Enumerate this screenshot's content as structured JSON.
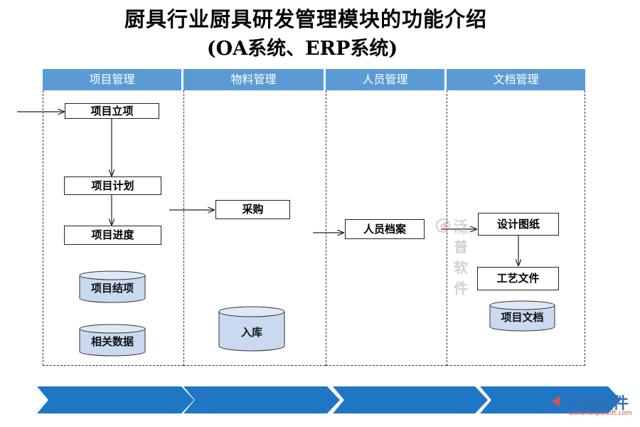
{
  "title": "厨具行业厨具研发管理模块的功能介绍",
  "subtitle": "(OA系统、ERP系统)",
  "lanes": [
    "项目管理",
    "物料管理",
    "人员管理",
    "文档管理"
  ],
  "nodes": {
    "project_setup": "项目立项",
    "project_plan": "项目计划",
    "project_progress": "项目进度",
    "project_closure": "项目结项",
    "related_data": "相关数据",
    "purchase": "采购",
    "warehouse_in": "入库",
    "personnel_file": "人员档案",
    "design_drawing": "设计图纸",
    "process_file": "工艺文件",
    "project_docs": "项目文档"
  },
  "watermark": {
    "text": "泛普软件",
    "sub": "FANPUSOFT.COM"
  },
  "logo": {
    "text": "泛普软件",
    "url": "www.fanpusoft.com"
  },
  "colors": {
    "header": "#5b9bd5",
    "database": "#c9d9ef",
    "banner": "#1f76c5",
    "logo": "#2f6fb5"
  }
}
